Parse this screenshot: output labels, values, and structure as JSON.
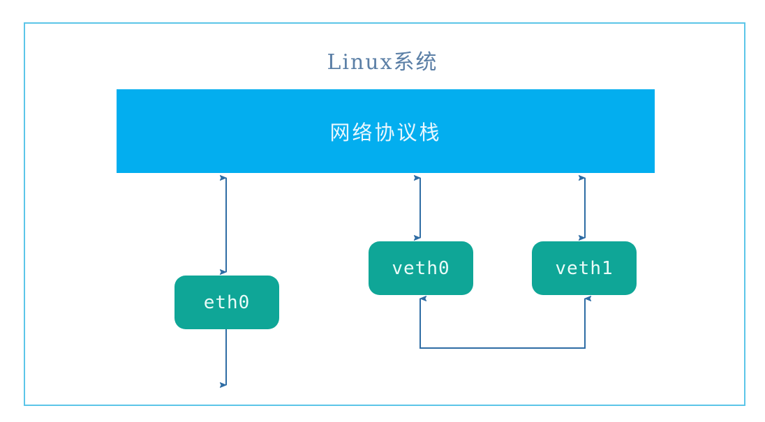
{
  "diagram": {
    "title": "Linux系统",
    "title_color": "#5B7FA6",
    "frame_color": "#5BC5E8",
    "background": "#ffffff"
  },
  "stack": {
    "label": "网络协议栈",
    "fill_color": "#03AEEF",
    "text_color": "#E9F7FE"
  },
  "interfaces": [
    {
      "id": "eth0",
      "label": "eth0",
      "fill_color": "#0FA697",
      "text_color": "#EAFBF8"
    },
    {
      "id": "veth0",
      "label": "veth0",
      "fill_color": "#0FA697",
      "text_color": "#EAFBF8"
    },
    {
      "id": "veth1",
      "label": "veth1",
      "fill_color": "#0FA697",
      "text_color": "#EAFBF8"
    }
  ],
  "connectors": {
    "line_color": "#2E6CA4",
    "items": [
      {
        "name": "stack-to-eth0",
        "style": "double-arrow"
      },
      {
        "name": "eth0-downlink",
        "style": "single-arrow-down"
      },
      {
        "name": "stack-to-veth0",
        "style": "double-arrow"
      },
      {
        "name": "stack-to-veth1",
        "style": "double-arrow"
      },
      {
        "name": "veth0-to-veth1",
        "style": "u-link-double-arrow"
      }
    ]
  }
}
